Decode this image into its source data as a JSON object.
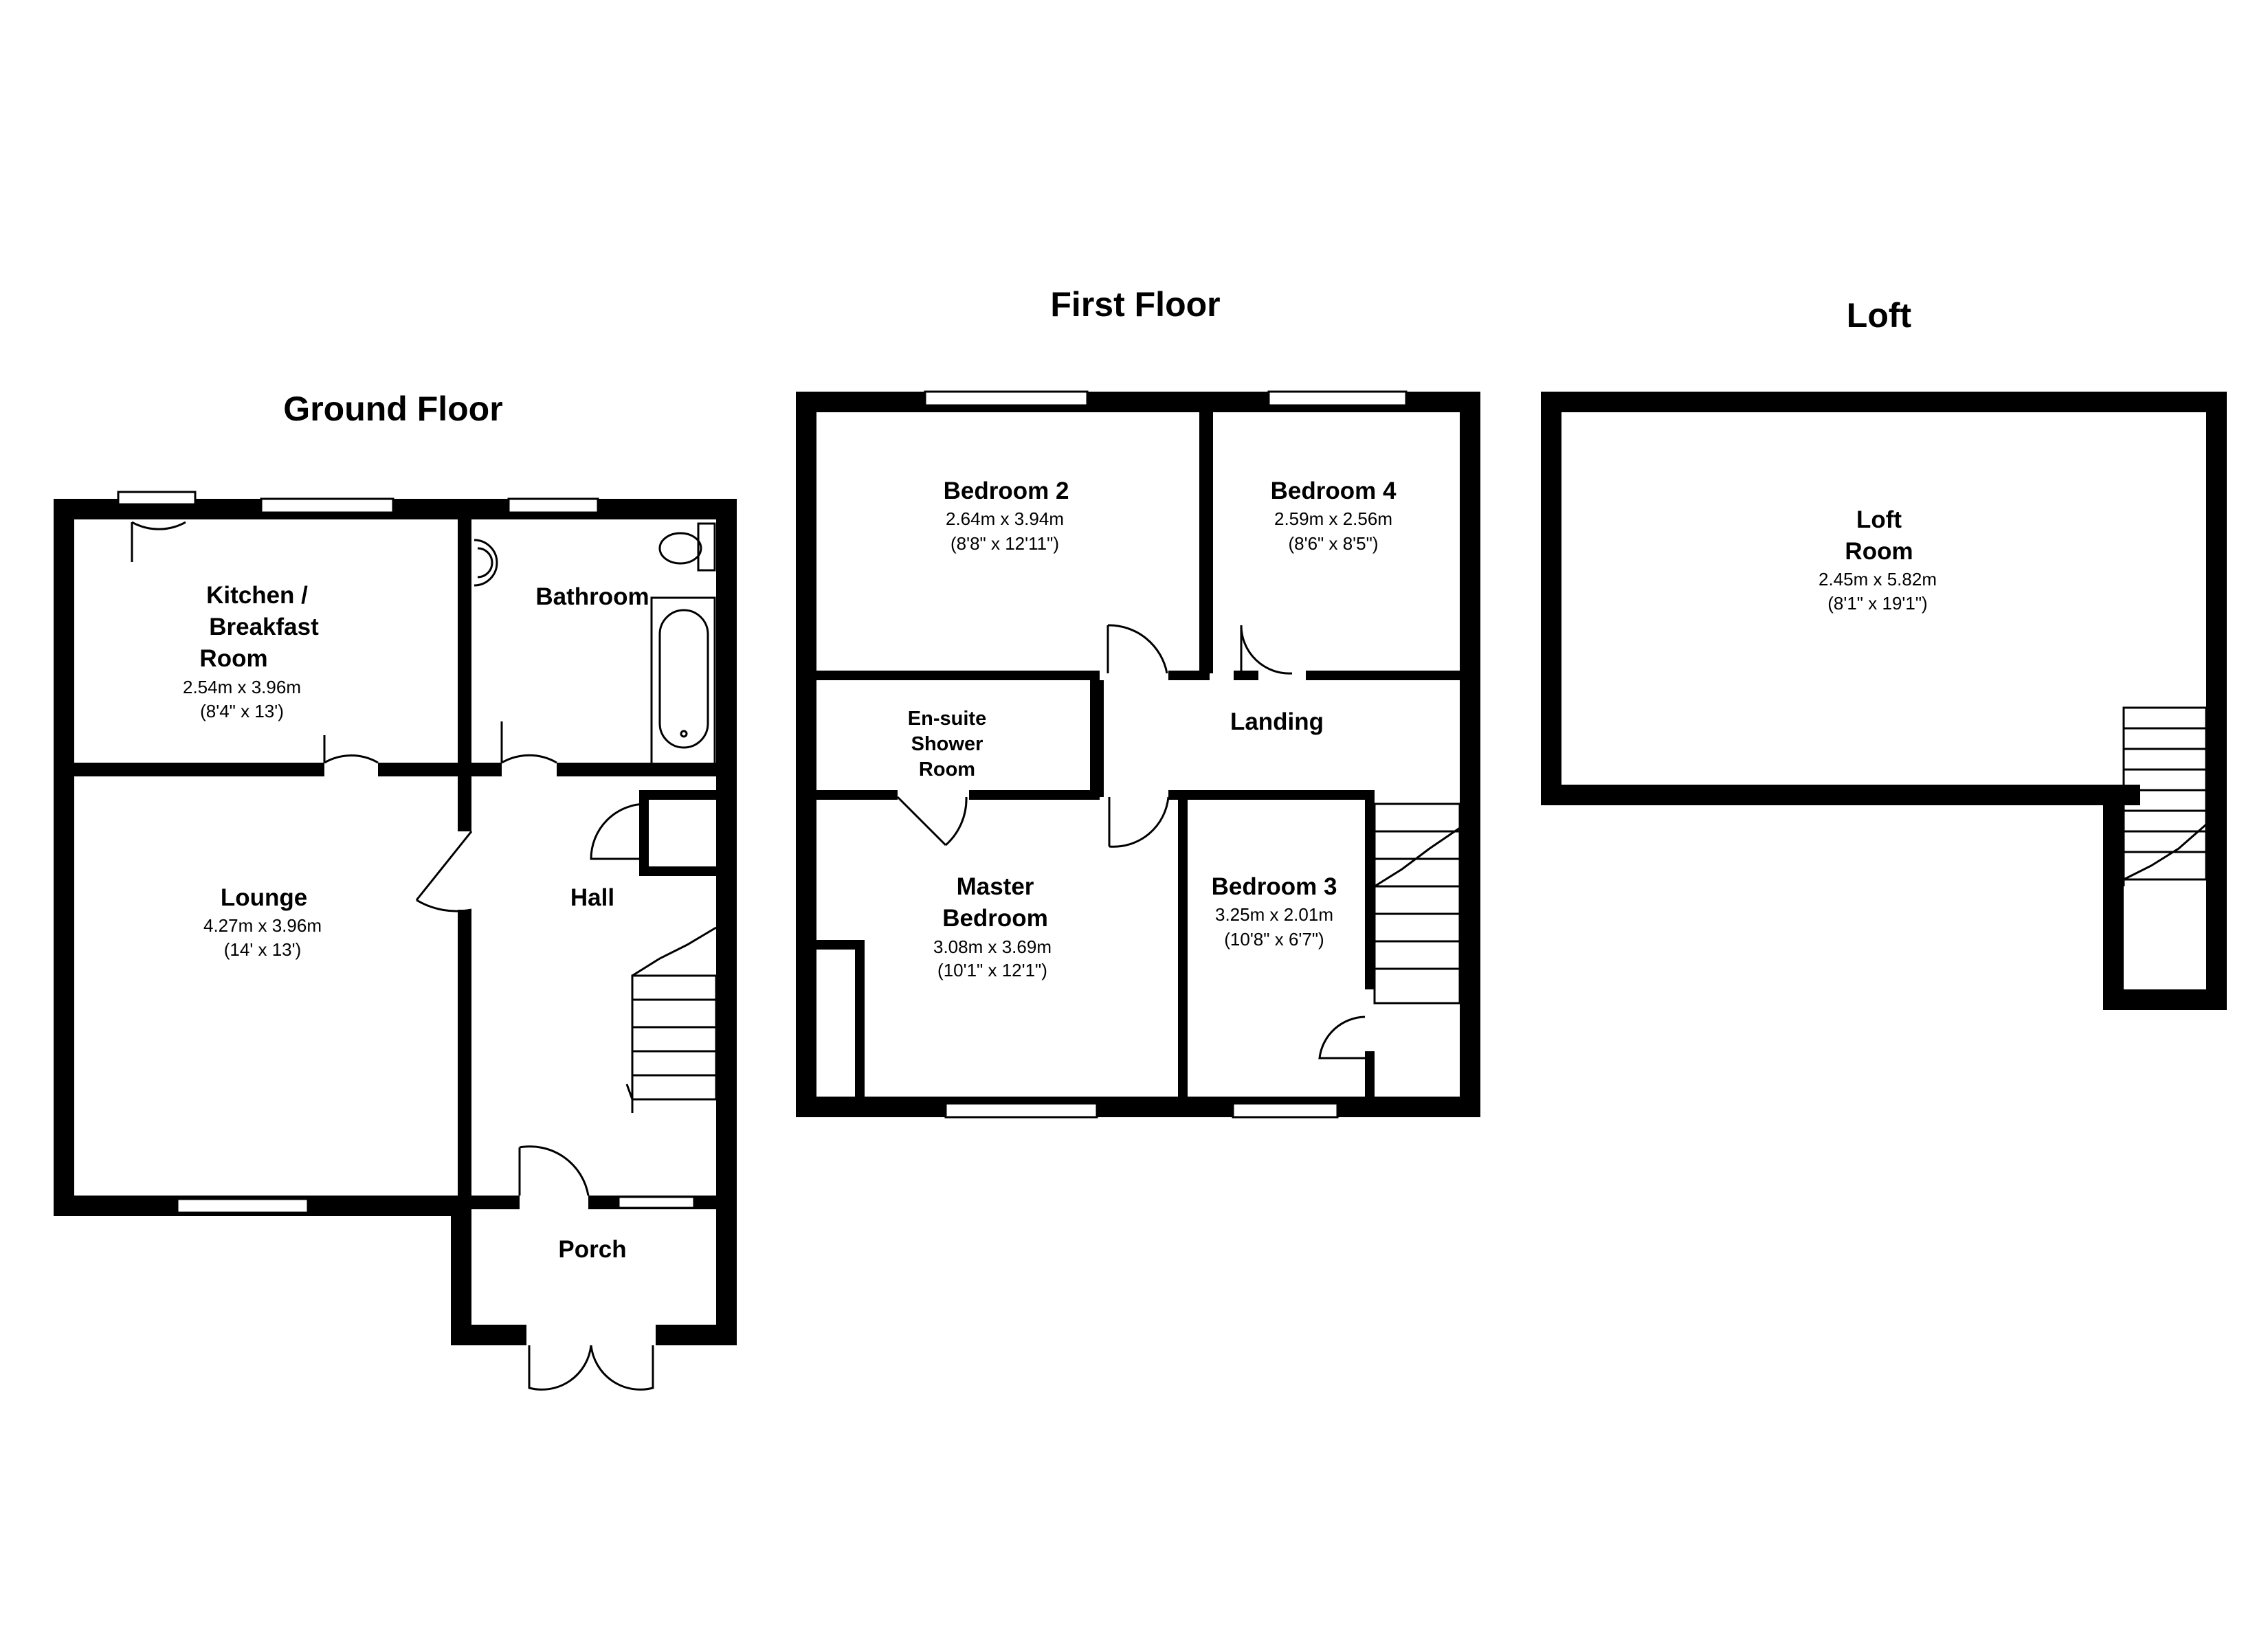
{
  "floors": {
    "ground": {
      "title": "Ground Floor",
      "rooms": {
        "kitchen": {
          "name_lines": [
            "Kitchen /",
            "Breakfast",
            "Room"
          ],
          "metric": "2.54m x 3.96m",
          "imperial": "(8'4\" x 13')"
        },
        "bathroom": {
          "name_lines": [
            "Bathroom"
          ]
        },
        "lounge": {
          "name_lines": [
            "Lounge"
          ],
          "metric": "4.27m x 3.96m",
          "imperial": "(14' x 13')"
        },
        "hall": {
          "name_lines": [
            "Hall"
          ]
        },
        "porch": {
          "name_lines": [
            "Porch"
          ]
        }
      }
    },
    "first": {
      "title": "First Floor",
      "rooms": {
        "bedroom2": {
          "name_lines": [
            "Bedroom 2"
          ],
          "metric": "2.64m x 3.94m",
          "imperial": "(8'8\" x 12'11\")"
        },
        "bedroom4": {
          "name_lines": [
            "Bedroom 4"
          ],
          "metric": "2.59m x 2.56m",
          "imperial": "(8'6\" x 8'5\")"
        },
        "ensuite": {
          "name_lines": [
            "En-suite",
            "Shower",
            "Room"
          ]
        },
        "landing": {
          "name_lines": [
            "Landing"
          ]
        },
        "master": {
          "name_lines": [
            "Master",
            "Bedroom"
          ],
          "metric": "3.08m x 3.69m",
          "imperial": "(10'1\" x 12'1\")"
        },
        "bedroom3": {
          "name_lines": [
            "Bedroom 3"
          ],
          "metric": "3.25m x 2.01m",
          "imperial": "(10'8\" x 6'7\")"
        }
      }
    },
    "loft": {
      "title": "Loft",
      "rooms": {
        "loft_room": {
          "name_lines": [
            "Loft",
            "Room"
          ],
          "metric": "2.45m x 5.82m",
          "imperial": "(8'1\" x 19'1\")"
        }
      }
    }
  },
  "colors": {
    "wall": "#000000",
    "background": "#ffffff"
  }
}
